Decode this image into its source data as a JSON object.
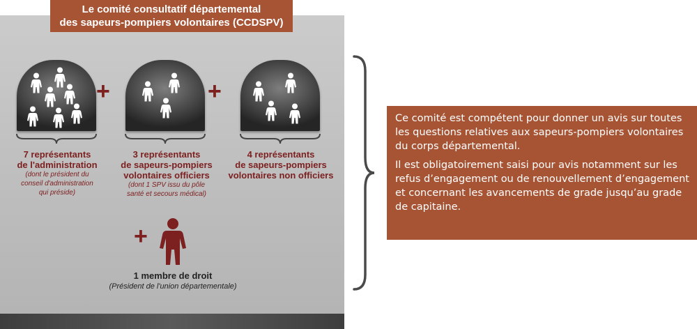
{
  "title": {
    "line1": "Le comité consultatif départemental",
    "line2": "des sapeurs-pompiers volontaires (CCDSPV)"
  },
  "groups": [
    {
      "count_label": "7 représentants",
      "lines": [
        "de l'administration"
      ],
      "note": [
        "(dont le président du",
        "conseil d'administration",
        "qui préside)"
      ],
      "people": 7
    },
    {
      "count_label": "3 représentants",
      "lines": [
        "de sapeurs-pompiers",
        "volontaires officiers"
      ],
      "note": [
        "(dont 1 SPV issu du pôle",
        "santé et secours médical)"
      ],
      "people": 3
    },
    {
      "count_label": "4 représentants",
      "lines": [
        "de sapeurs-pompiers",
        "volontaires non officiers"
      ],
      "note": [],
      "people": 4
    }
  ],
  "plus_symbol": "+",
  "member": {
    "label": "1 membre de droit",
    "note": "(Président de l'union départementale)"
  },
  "info": {
    "paragraph1": "Ce comité est compétent pour donner un avis sur toutes les questions relatives aux sapeurs-pompiers volontaires du corps départemental.",
    "paragraph2": "Il est obligatoirement saisi pour avis notamment sur les refus d’engagement ou de renouvellement d’engagement et concernant les avancements de grade jusqu’au grade de capitaine."
  },
  "colors": {
    "accent": "#a75435",
    "dark_red": "#7d2020",
    "panel": "#c4c4c4"
  },
  "icons": {
    "person": "person-icon",
    "member": "member-person-icon",
    "brace": "curly-brace-icon"
  }
}
